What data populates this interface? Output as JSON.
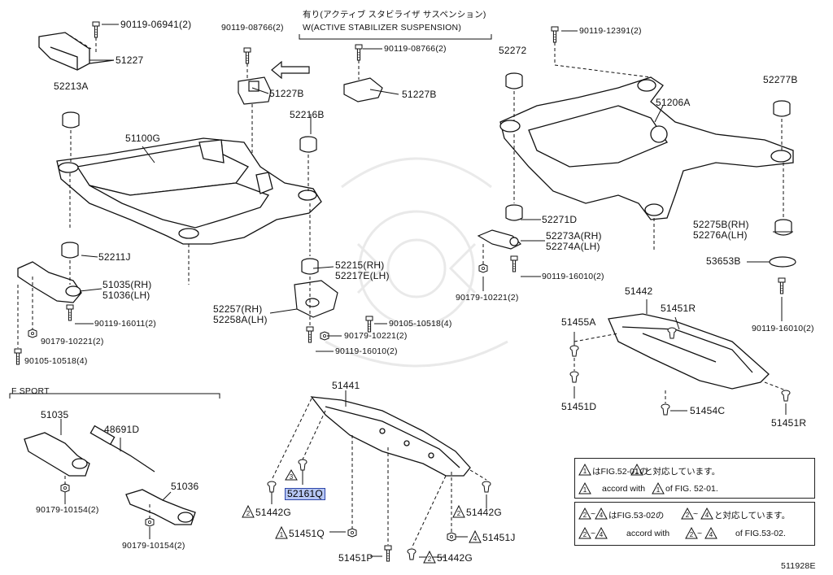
{
  "labels": {
    "p90119_06941": "90119-06941(2)",
    "p51227": "51227",
    "p52213a": "52213A",
    "p51100g": "51100G",
    "p52211j": "52211J",
    "p51035_rh": "51035(RH)",
    "p51036_lh": "51036(LH)",
    "p90119_16011": "90119-16011(2)",
    "p90179_10221_left": "90179-10221(2)",
    "p90105_10518_left": "90105-10518(4)",
    "p90119_08766_a": "90119-08766(2)",
    "p51227b_a": "51227B",
    "p52216b": "52216B",
    "active_jp": "有り(アクティブ スタビライザ サスペンション)",
    "active_en": "W(ACTIVE STABILIZER SUSPENSION)",
    "p90119_08766_b": "90119-08766(2)",
    "p51227b_b": "51227B",
    "p52215_rh": "52215(RH)",
    "p52217e_lh": "52217E(LH)",
    "p52257_rh": "52257(RH)",
    "p52258a_lh": "52258A(LH)",
    "p90105_10518_mid": "90105-10518(4)",
    "p90179_10221_mid": "90179-10221(2)",
    "p90119_16010_mid": "90119-16010(2)",
    "p90119_12391": "90119-12391(2)",
    "p52272": "52272",
    "p51206a": "51206A",
    "p52277b": "52277B",
    "p52271d": "52271D",
    "p52273a_rh": "52273A(RH)",
    "p52274a_lh": "52274A(LH)",
    "p90119_16010_r": "90119-16010(2)",
    "p90179_10221_r": "90179-10221(2)",
    "p52275b_rh": "52275B(RH)",
    "p52276a_lh": "52276A(LH)",
    "p53653b": "53653B",
    "p90119_16010_rr": "90119-16010(2)",
    "p51442": "51442",
    "p51455a": "51455A",
    "p51451r_a": "51451R",
    "p51451d": "51451D",
    "p51454c": "51454C",
    "p51451r_b": "51451R",
    "fsport": "F SPORT",
    "p51035": "51035",
    "p48691d": "48691D",
    "p51036": "51036",
    "p90179_10154_a": "90179-10154(2)",
    "p90179_10154_b": "90179-10154(2)",
    "p51441": "51441",
    "p52161q": "52161Q",
    "p51442g_a": "51442G",
    "p51451q": "51451Q",
    "p51451p": "51451P",
    "p51442g_b": "51442G",
    "p51442g_c": "51442G",
    "p51451j": "51451J",
    "diagram_id": "511928E"
  },
  "triangles": {
    "t1": "1",
    "t2": "2",
    "t3": "3",
    "t4": "4"
  },
  "notes": {
    "n1_jp_a": "はFIG.52-01の",
    "n1_jp_b": "と対応しています。",
    "n1_en_a": "accord with",
    "n1_en_b": "of FIG. 52-01.",
    "n2_jp_a": "~",
    "n2_jp_b": "はFIG.53-02の",
    "n2_jp_c": "~",
    "n2_jp_d": "と対応しています。",
    "n2_en_a": "~",
    "n2_en_b": "accord with",
    "n2_en_c": "~",
    "n2_en_d": "of FIG.53-02."
  },
  "colors": {
    "ink": "#111111",
    "highlight_fill": "#b6c6f3",
    "highlight_border": "#2d45a8"
  }
}
